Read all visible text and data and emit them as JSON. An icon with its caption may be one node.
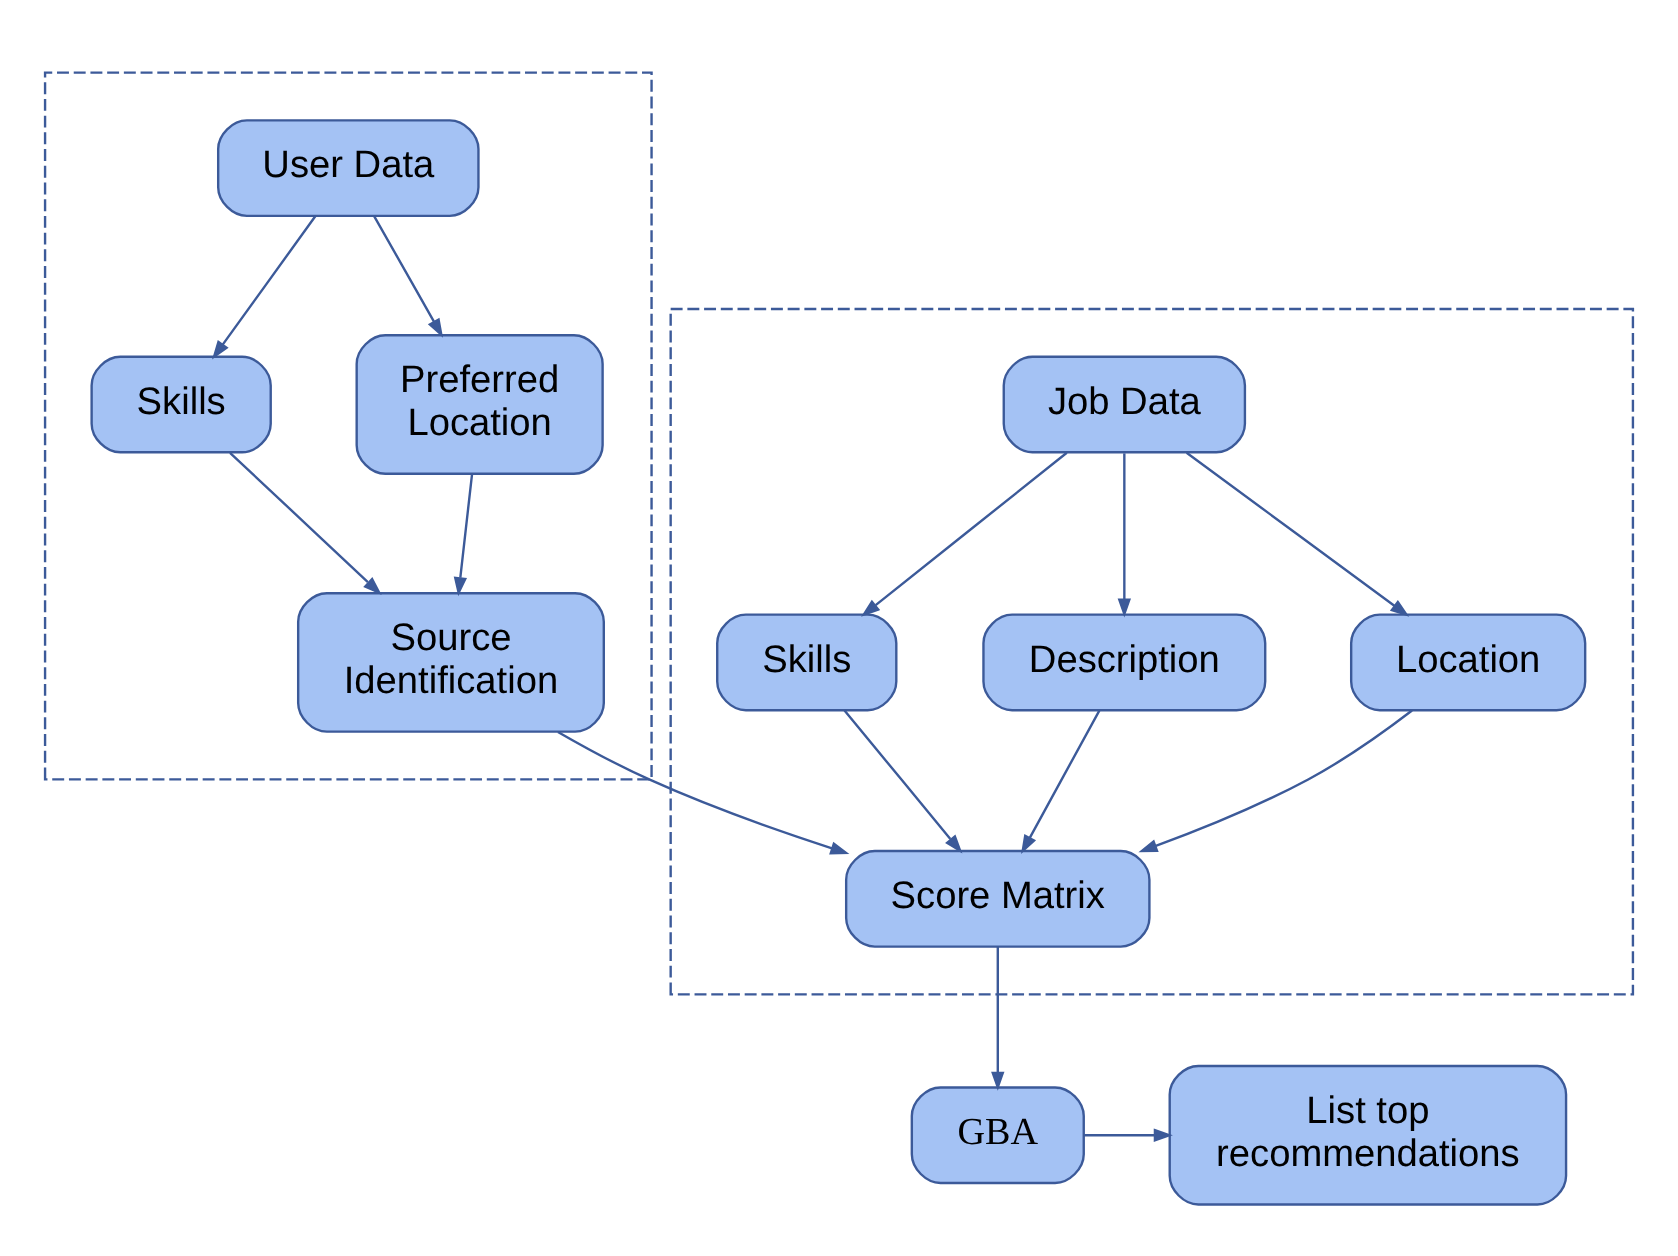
{
  "diagram": {
    "nodes": [
      {
        "text": [],
        "shape": "box"
      },
      {
        "text": [
          "User Data"
        ],
        "in": 0
      },
      {
        "text": [
          "Skills"
        ],
        "in": 0
      },
      {
        "text": [
          "Preferred Location"
        ],
        "in": 0
      },
      {
        "text": [
          "Source Identification"
        ],
        "in": 0
      },
      {
        "text": [],
        "shape": "box"
      },
      {
        "text": [
          "Job Data"
        ],
        "in": 5
      },
      {
        "text": [
          "Skills"
        ],
        "in": 5
      },
      {
        "text": [
          "Description"
        ],
        "in": 5
      },
      {
        "text": [
          "Location"
        ],
        "in": 5
      },
      {
        "text": [
          "Score Matrix"
        ],
        "in": 5
      },
      {
        "text": [
          "GBA"
        ]
      },
      {
        "text": [
          "List top recommendations"
        ]
      }
    ],
    "edges": [
      {
        "from": 1,
        "to": 2,
        "arrow": "to"
      },
      {
        "from": 1,
        "to": 3,
        "arrow": "to"
      },
      {
        "from": 2,
        "to": 4,
        "arrow": "to"
      },
      {
        "from": 3,
        "to": 4,
        "arrow": "to"
      },
      {
        "from": 4,
        "to": 10,
        "arrow": "to"
      },
      {
        "from": 6,
        "to": 7,
        "arrow": "to"
      },
      {
        "from": 6,
        "to": 8,
        "arrow": "to"
      },
      {
        "from": 6,
        "to": 9,
        "arrow": "to"
      },
      {
        "from": 7,
        "to": 10,
        "arrow": "to"
      },
      {
        "from": 8,
        "to": 10,
        "arrow": "to"
      },
      {
        "from": 9,
        "to": 10,
        "arrow": "to"
      },
      {
        "from": 10,
        "to": 11,
        "arrow": "to"
      },
      {
        "from": 11,
        "to": 12,
        "arrow": "to"
      }
    ]
  }
}
